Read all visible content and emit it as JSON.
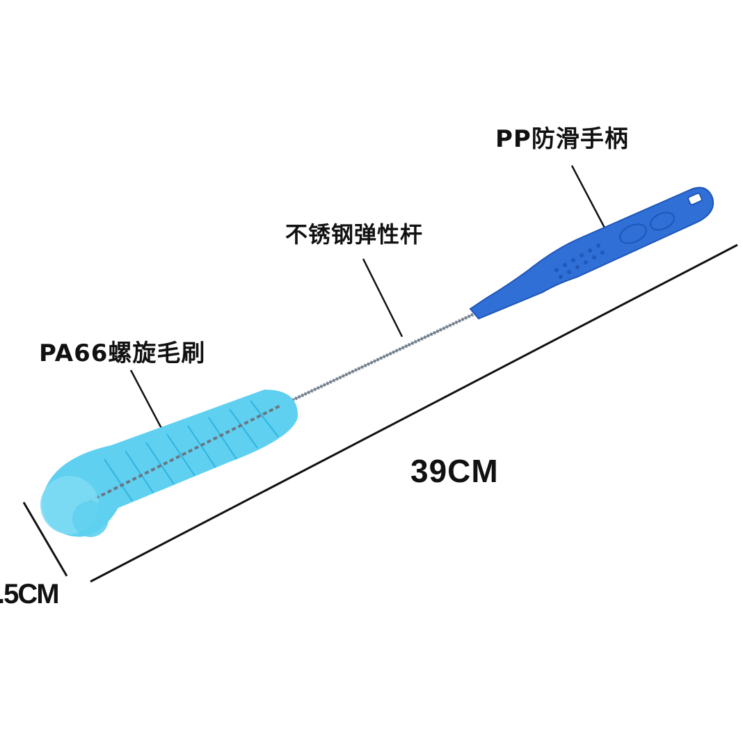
{
  "labels": {
    "handle": "PP防滑手柄",
    "rod": "不锈钢弹性杆",
    "bristles": "PA66螺旋毛刷",
    "length": "39CM",
    "diameter": ".5CM"
  },
  "colors": {
    "handle": "#2f6fd6",
    "handle_dark": "#1f56b8",
    "bristles": "#5fd0f0",
    "bristles_dark": "#2fb3e0",
    "wire": "#8f9aa8",
    "lines": "#111111"
  }
}
